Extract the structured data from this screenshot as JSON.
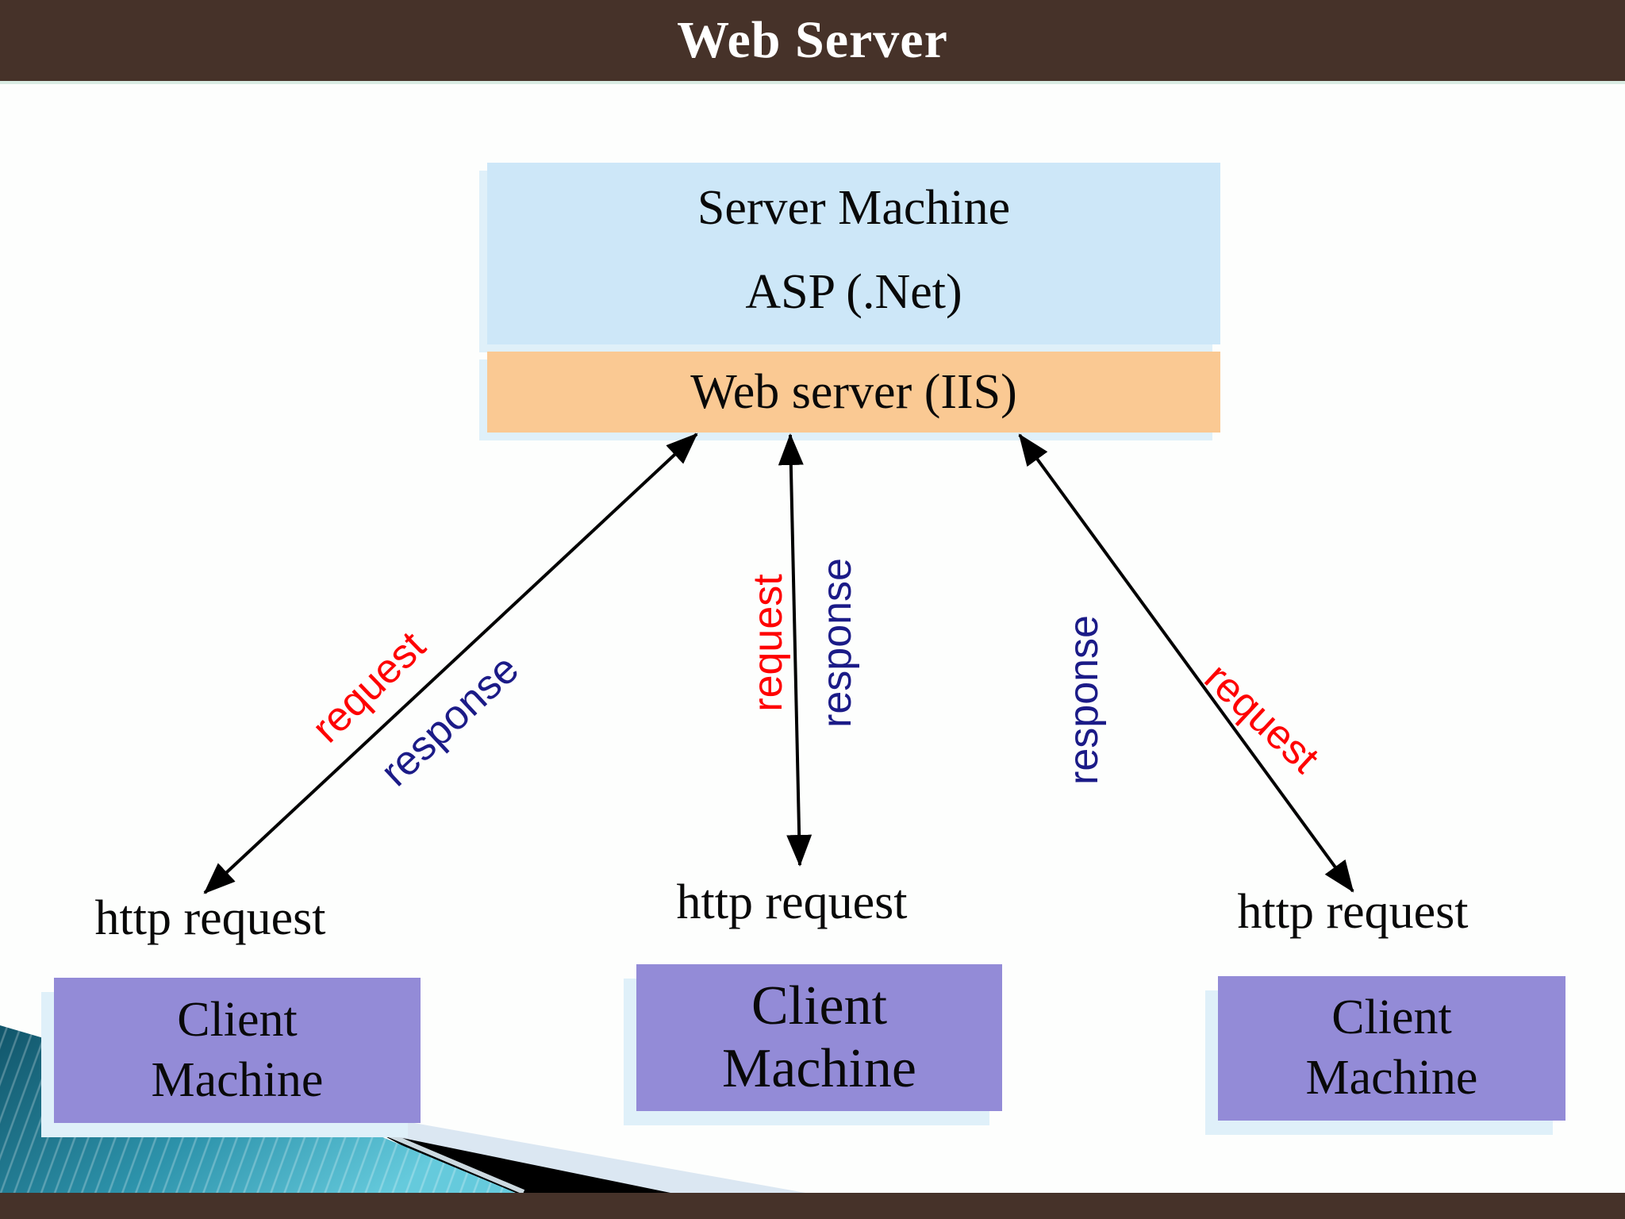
{
  "title": "Web Server",
  "server_box": {
    "line1": "Server Machine",
    "line2": "ASP (.Net)"
  },
  "web_server_box": {
    "label": "Web server (IIS)"
  },
  "connections": {
    "left": {
      "request": "request",
      "response": "response",
      "endpoint_label": "http request"
    },
    "middle": {
      "request": "request",
      "response": "response",
      "endpoint_label": "http request"
    },
    "right": {
      "request": "request",
      "response": "response",
      "endpoint_label": "http request"
    }
  },
  "clients": [
    {
      "line1": "Client",
      "line2": "Machine"
    },
    {
      "line1": "Client",
      "line2": "Machine"
    },
    {
      "line1": "Client",
      "line2": "Machine"
    }
  ],
  "colors": {
    "bar-brown": "#463229",
    "server-blue": "#cde7f8",
    "iis-orange": "#fac993",
    "client-purple": "#938bd7",
    "shadow-pale": "#dff0f9",
    "wedge-pale": "#dbe7f2",
    "request-red": "#fe0000",
    "response-navy": "#1b1b87",
    "teal-dark": "#11556a",
    "teal-mid": "#2d93ab",
    "teal-light": "#65cadc",
    "arrow-black": "#000000"
  }
}
